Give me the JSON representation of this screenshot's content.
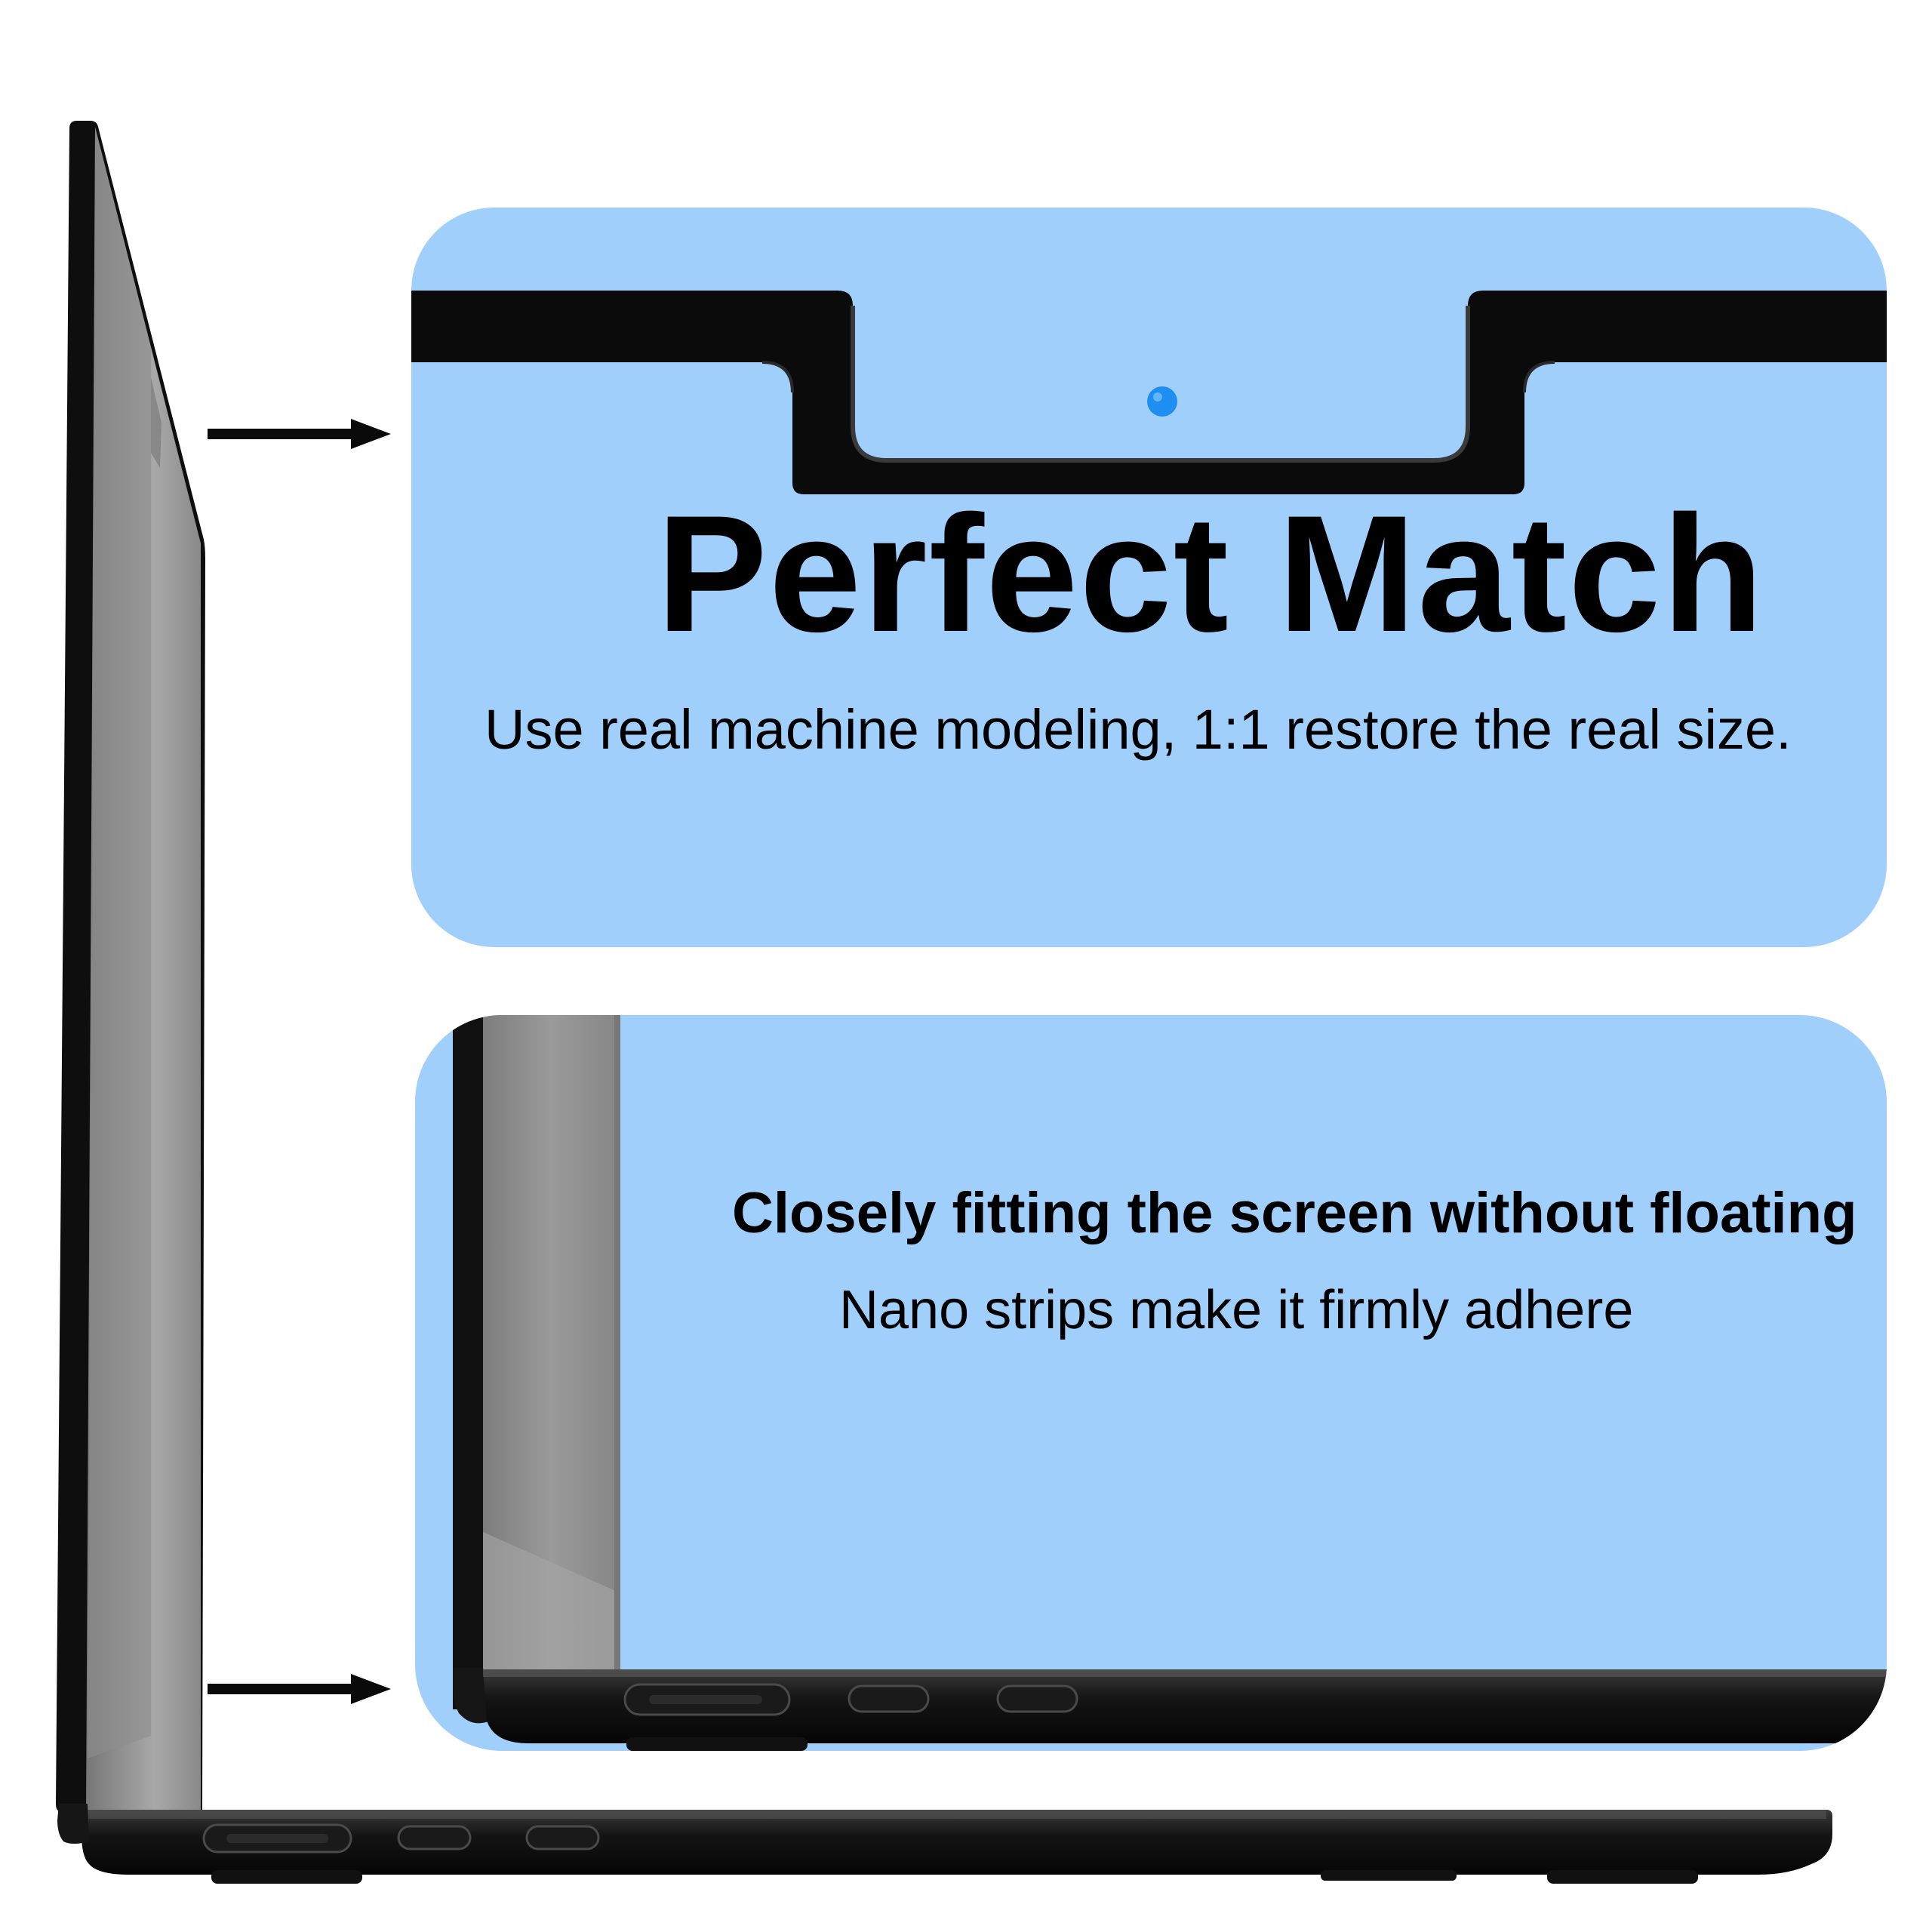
{
  "top_panel": {
    "title": "Perfect Match",
    "subtitle": "Use real machine modeling, 1:1 restore the real size."
  },
  "bottom_panel": {
    "headline": "Closely fitting the screen without floating",
    "subtext": "Nano strips make it firmly adhere"
  },
  "colors": {
    "panel_blue": "#a0cffc",
    "bezel_black": "#0b0b0b",
    "screen_gray": "#8e8e8e",
    "camera_blue": "#1e8ff0"
  }
}
